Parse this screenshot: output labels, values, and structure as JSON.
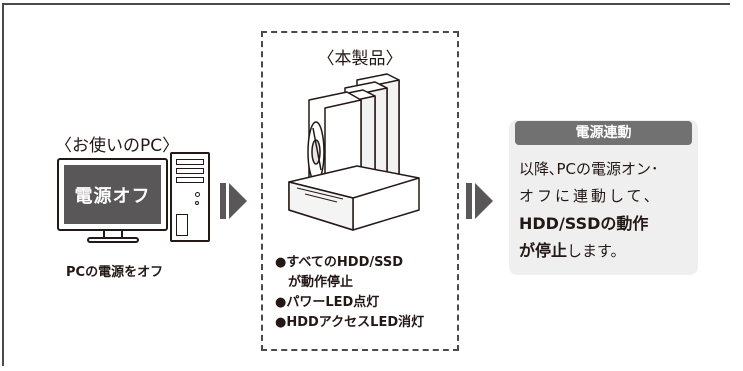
{
  "pc": {
    "caption": "〈お使いのPC〉",
    "screen_text": "電源オフ",
    "label": "PCの電源をオフ"
  },
  "product": {
    "title": "〈本製品〉",
    "status": [
      "●すべてのHDD/SSD",
      "　が動作停止",
      "●パワーLED点灯",
      "●HDDアクセスLED消灯"
    ]
  },
  "linked_power": {
    "header": "電源連動",
    "body_line1": "以降､PCの電源オン･",
    "body_line2": "オフに連動して、",
    "body_line3_bold": "HDD/SSDの動作",
    "body_line4_bold": "が停止",
    "body_line4_rest": "します。"
  },
  "colors": {
    "arrow": "#595757",
    "card_bg": "#efefef",
    "card_header": "#727171"
  },
  "icons": [
    "desktop-pc-icon",
    "hdd-dock-icon",
    "right-arrow-icon"
  ]
}
